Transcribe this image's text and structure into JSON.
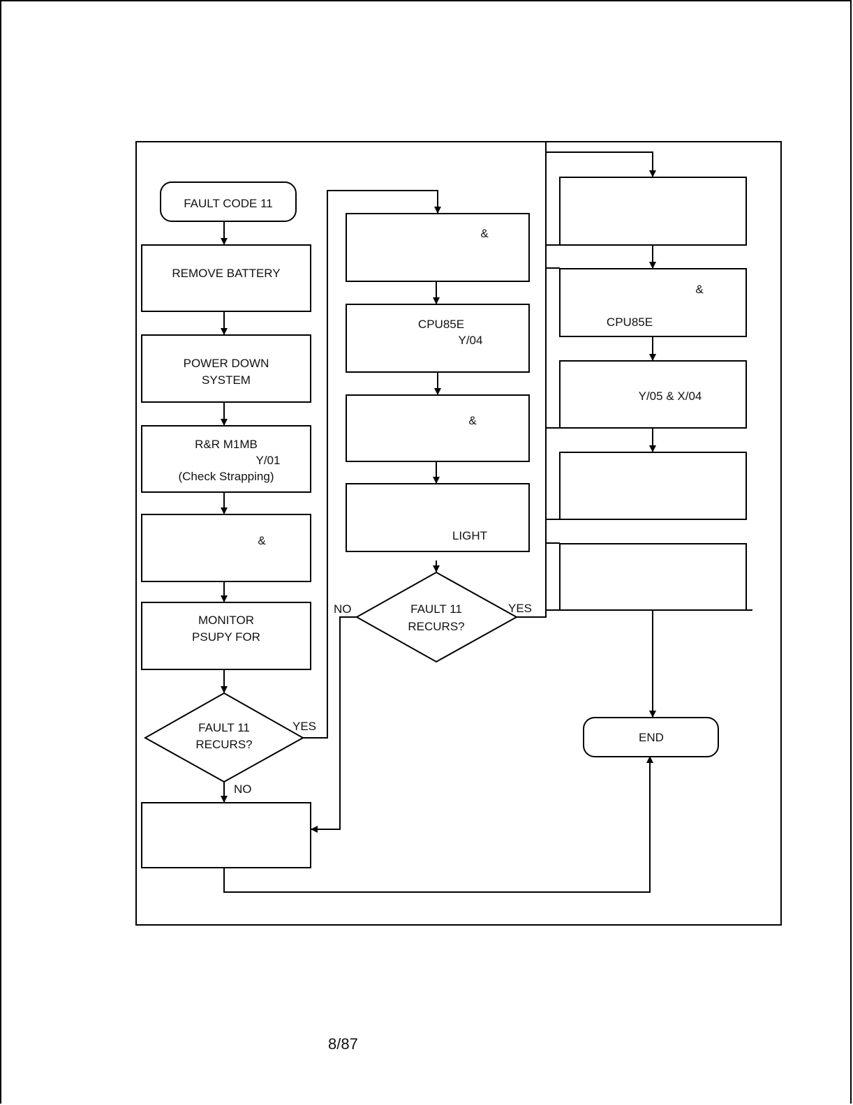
{
  "nodes": {
    "start": {
      "lines": [
        "FAULT CODE 11"
      ]
    },
    "remove_battery": {
      "lines": [
        "REMOVE BATTERY"
      ]
    },
    "power_down": {
      "lines": [
        "POWER DOWN",
        "SYSTEM"
      ]
    },
    "rr_m1mb": {
      "lines": [
        "R&R M1MB",
        "Y/01",
        "(Check Strapping)"
      ]
    },
    "step_amp_left": {
      "lines": [
        "&"
      ]
    },
    "monitor": {
      "lines": [
        "MONITOR",
        "PSUPY FOR"
      ]
    },
    "decision_left": {
      "lines": [
        "FAULT 11",
        "RECURS?"
      ]
    },
    "bottom_left": {
      "lines": []
    },
    "mid_1": {
      "lines": [
        "&"
      ]
    },
    "mid_2": {
      "lines": [
        "CPU85E",
        "Y/04"
      ]
    },
    "mid_3": {
      "lines": [
        "&"
      ]
    },
    "mid_4": {
      "lines": [
        "LIGHT"
      ]
    },
    "decision_mid": {
      "lines": [
        "FAULT 11",
        "RECURS?"
      ]
    },
    "right_1": {
      "lines": []
    },
    "right_2": {
      "lines": [
        "&",
        "CPU85E"
      ]
    },
    "right_3": {
      "lines": [
        "Y/05 & X/04"
      ]
    },
    "right_4": {
      "lines": []
    },
    "right_5": {
      "lines": []
    },
    "end": {
      "lines": [
        "END"
      ]
    }
  },
  "edges": {
    "left_yes": "YES",
    "left_no": "NO",
    "mid_no": "NO",
    "mid_yes": "YES"
  },
  "page_number": "8/87"
}
